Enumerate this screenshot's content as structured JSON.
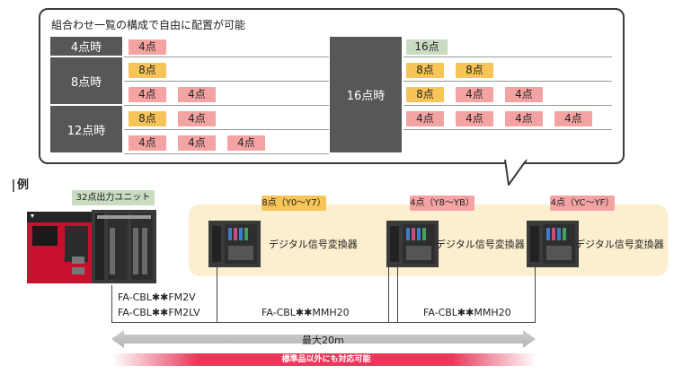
{
  "callout": {
    "title": "組合わせ一覧の構成で自由に配置が可能",
    "left_groups": [
      {
        "label": "4点時",
        "rows": [
          [
            {
              "text": "4点",
              "color": "pink"
            }
          ]
        ]
      },
      {
        "label": "8点時",
        "rows": [
          [
            {
              "text": "8点",
              "color": "gold"
            }
          ],
          [
            {
              "text": "4点",
              "color": "pink"
            },
            {
              "text": "4点",
              "color": "pink"
            }
          ]
        ]
      },
      {
        "label": "12点時",
        "rows": [
          [
            {
              "text": "8点",
              "color": "gold"
            },
            {
              "text": "4点",
              "color": "pink"
            }
          ],
          [
            {
              "text": "4点",
              "color": "pink"
            },
            {
              "text": "4点",
              "color": "pink"
            },
            {
              "text": "4点",
              "color": "pink"
            }
          ]
        ]
      }
    ],
    "right_group": {
      "label": "16点時",
      "rows": [
        [
          {
            "text": "16点",
            "color": "green"
          }
        ],
        [
          {
            "text": "8点",
            "color": "gold"
          },
          {
            "text": "8点",
            "color": "gold"
          }
        ],
        [
          {
            "text": "8点",
            "color": "gold"
          },
          {
            "text": "4点",
            "color": "pink"
          },
          {
            "text": "4点",
            "color": "pink"
          }
        ],
        [
          {
            "text": "4点",
            "color": "pink"
          },
          {
            "text": "4点",
            "color": "pink"
          },
          {
            "text": "4点",
            "color": "pink"
          },
          {
            "text": "4点",
            "color": "pink"
          }
        ]
      ]
    }
  },
  "example_label": "例",
  "output_unit_tag": "32点出力ユニット",
  "segment_tags": [
    {
      "text": "8点（Y0～Y7）",
      "color": "gold"
    },
    {
      "text": "4点（Y8～YB）",
      "color": "pink"
    },
    {
      "text": "4点（YC～YF）",
      "color": "pink"
    }
  ],
  "converter_label": "デジタル信号変換器",
  "cables": {
    "first_line1": "FA-CBL✱✱FM2V",
    "first_line2": "FA-CBL✱✱FM2LV",
    "second": "FA-CBL✱✱MMH20",
    "third": "FA-CBL✱✱MMH20"
  },
  "max_distance": "最大20m",
  "note": "標準品以外にも対応可能",
  "colors": {
    "pink": "#f4a3a3",
    "gold": "#f6c458",
    "green": "#c9dcc1",
    "dark": "#575757",
    "beige": "#fcefcf",
    "red": "#e63a5b"
  }
}
